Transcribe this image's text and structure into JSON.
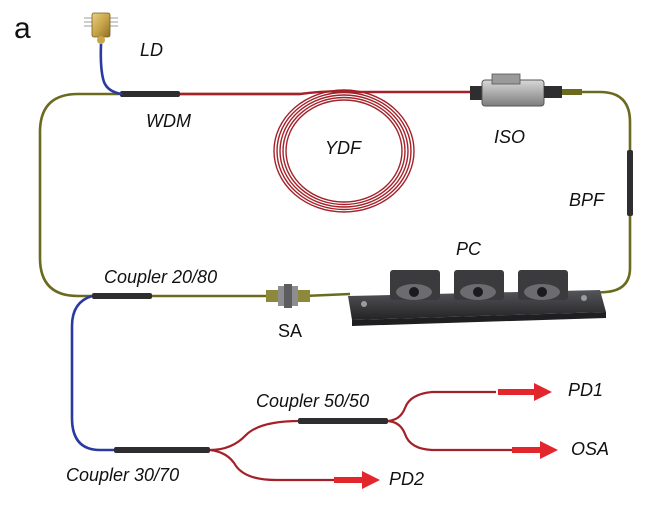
{
  "panel_label": "a",
  "labels": {
    "ld": "LD",
    "wdm": "WDM",
    "ydf": "YDF",
    "iso": "ISO",
    "bpf": "BPF",
    "pc": "PC",
    "coupler_20_80": "Coupler 20/80",
    "sa": "SA",
    "coupler_50_50": "Coupler 50/50",
    "coupler_30_70": "Coupler 30/70",
    "pd1": "PD1",
    "osa": "OSA",
    "pd2": "PD2"
  },
  "colors": {
    "ring_fiber": "#6b6a1f",
    "pump_fiber": "#2b3aa0",
    "output_fiber": "#a3222a",
    "arrow": "#e3262b",
    "component_dark": "#2e2e30",
    "pc_body": "#3a3a3c",
    "ld_gold": "#c9a54a"
  }
}
